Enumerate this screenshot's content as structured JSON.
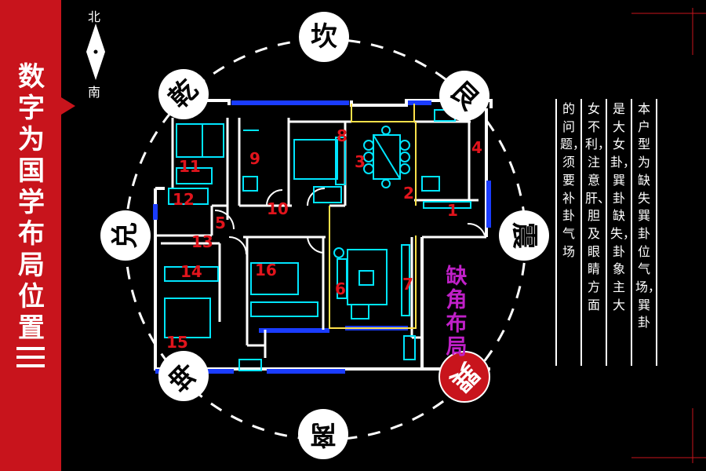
{
  "sidebar": {
    "title": "数字为国学布局位置",
    "trigram_icon": "qian-trigram-icon"
  },
  "compass": {
    "north": "北",
    "south": "南"
  },
  "trigrams": {
    "kan": "坎",
    "gen": "艮",
    "zhen": "震",
    "xun": "巽",
    "li": "离",
    "kun": "坤",
    "dui": "兑",
    "qian": "乾"
  },
  "missing_label": "缺角布局",
  "rooms": [
    "1",
    "2",
    "3",
    "4",
    "5",
    "6",
    "7",
    "8",
    "9",
    "10",
    "11",
    "12",
    "13",
    "14",
    "15",
    "16"
  ],
  "notes": {
    "col1": "本户型为缺失巽卦位气场，巽卦",
    "col2": "是大女卦，巽卦缺失，卦象主大",
    "col3": "女不利，注意肝、胆及眼睛方面",
    "col4": "的问题，须要补卦气场"
  },
  "colors": {
    "accent": "#c8141c",
    "plan": "#00e5ff",
    "wall": "#ffffff",
    "window": "#1a3cff",
    "label": "#e1141c",
    "highlight": "#ffe14a",
    "missing": "#c020c8"
  }
}
